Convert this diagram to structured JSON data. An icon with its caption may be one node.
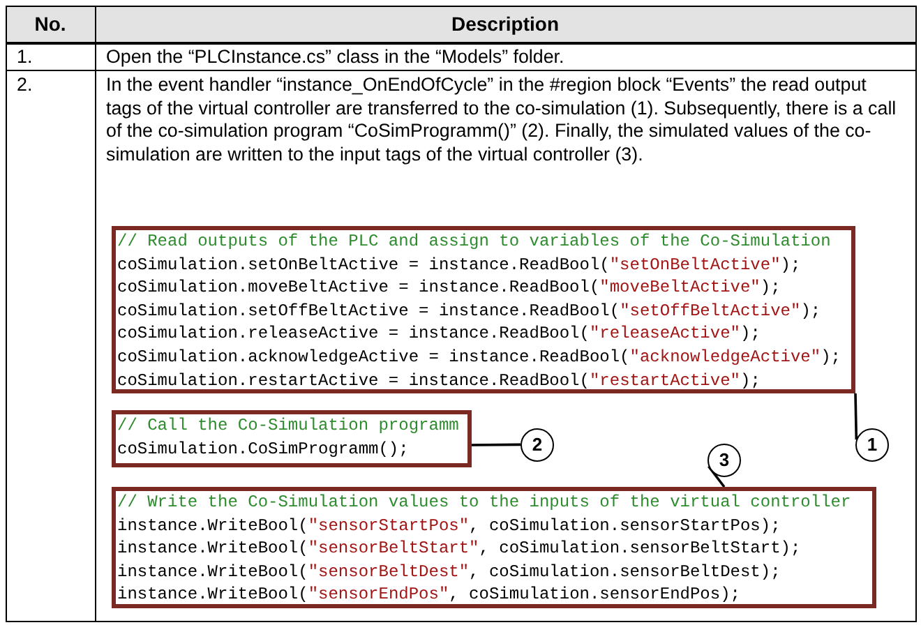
{
  "diagram": {
    "nodes": [
      {
        "text": [
          "// Read outputs of the PLC and assign to variables of the Co-Simulation",
          "coSimulation.setOnBeltActive = instance.ReadBool(\"setOnBeltActive\");",
          "coSimulation.moveBeltActive = instance.ReadBool(\"moveBeltActive\");",
          "coSimulation.setOffBeltActive = instance.ReadBool(\"setOffBeltActive\");",
          "coSimulation.releaseActive = instance.ReadBool(\"releaseActive\");",
          "coSimulation.acknowledgeActive = instance.ReadBool(\"acknowledgeActive\");",
          "coSimulation.restartActive = instance.ReadBool(\"restartActive\");"
        ]
      },
      {
        "text": [
          "// Call the Co-Simulation programm",
          "coSimulation.CoSimProgramm();"
        ]
      },
      {
        "text": [
          "// Write the Co-Simulation values to the inputs of the virtual controller",
          "instance.WriteBool(\"sensorStartPos\", coSimulation.sensorStartPos);",
          "instance.WriteBool(\"sensorBeltStart\", coSimulation.sensorBeltStart);",
          "instance.WriteBool(\"sensorBeltDest\", coSimulation.sensorBeltDest);",
          "instance.WriteBool(\"sensorEndPos\", coSimulation.sensorEndPos);"
        ]
      },
      {
        "text": [
          "1"
        ]
      },
      {
        "text": [
          "2"
        ]
      },
      {
        "text": [
          "3"
        ]
      }
    ],
    "edges": [
      {
        "from": 3,
        "to": 0,
        "arrow": "none"
      },
      {
        "from": 4,
        "to": 1,
        "arrow": "none"
      },
      {
        "from": 5,
        "to": 2,
        "arrow": "none"
      }
    ],
    "labels": [
      "No.",
      "Description",
      "1.",
      "Open the “PLCInstance.cs” class in the “Models” folder.",
      "2.",
      "In the event handler “instance_OnEndOfCycle” in the #region block “Events” the read output tags of the virtual controller are transferred to the co-simulation (1). Subsequently, there is a call of the co-simulation program “CoSimProgramm()” (2). Finally, the simulated values of the co-simulation are written to the input tags of the virtual controller (3)."
    ]
  }
}
